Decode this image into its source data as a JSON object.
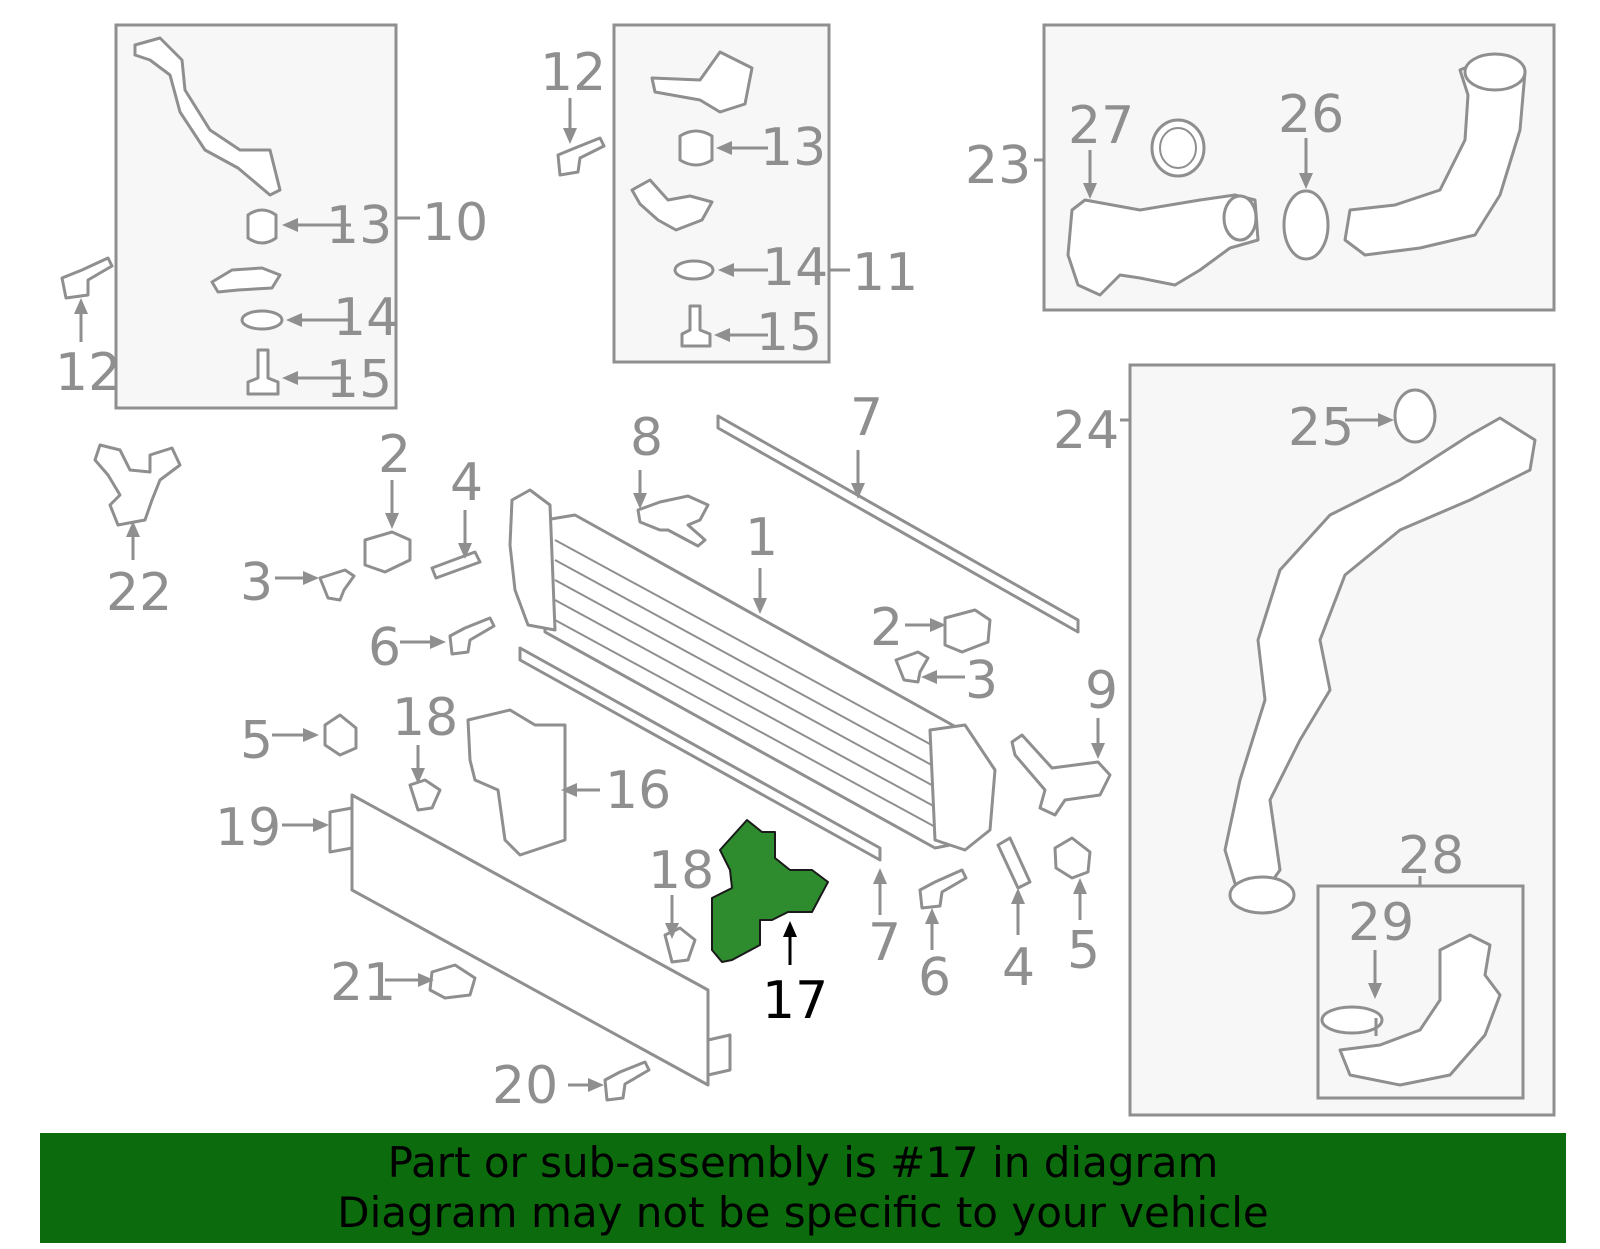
{
  "labels": {
    "l1": "1",
    "l2a": "2",
    "l2b": "2",
    "l3a": "3",
    "l3b": "3",
    "l4a": "4",
    "l4b": "4",
    "l5a": "5",
    "l5b": "5",
    "l6a": "6",
    "l6b": "6",
    "l7a": "7",
    "l7b": "7",
    "l8": "8",
    "l9": "9",
    "l10": "10",
    "l11": "11",
    "l12a": "12",
    "l12b": "12",
    "l13a": "13",
    "l13b": "13",
    "l14a": "14",
    "l14b": "14",
    "l15a": "15",
    "l15b": "15",
    "l16": "16",
    "l17": "17",
    "l18a": "18",
    "l18b": "18",
    "l19": "19",
    "l20": "20",
    "l21": "21",
    "l22": "22",
    "l23": "23",
    "l24": "24",
    "l25": "25",
    "l26": "26",
    "l27": "27",
    "l28": "28",
    "l29": "29"
  },
  "banner": {
    "line1": "Part or sub-assembly is #17 in diagram",
    "line2": "Diagram may not be specific to your vehicle"
  },
  "colors": {
    "highlight": "#2e8b2e",
    "banner": "#0c6b0c",
    "line": "#8f8f8f"
  }
}
